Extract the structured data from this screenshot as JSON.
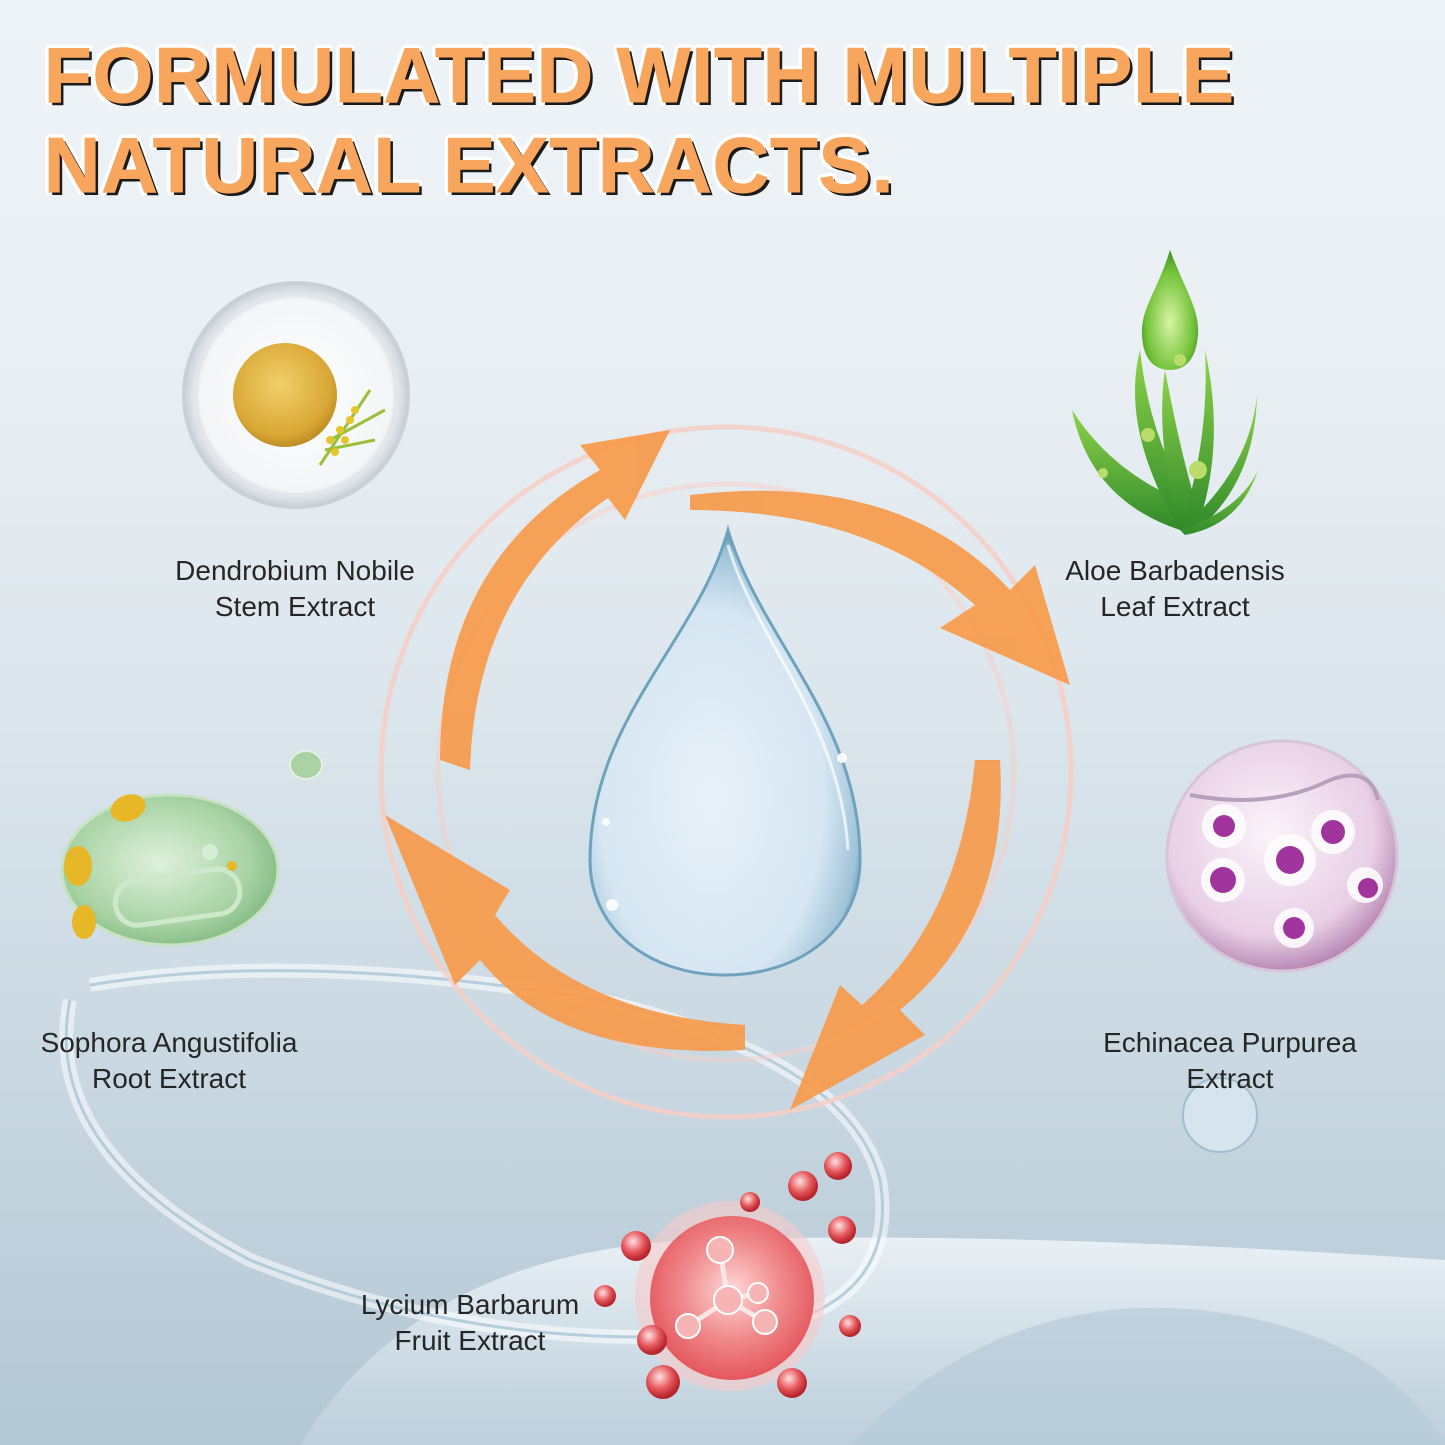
{
  "title": {
    "line1": "FORMULATED WITH MULTIPLE",
    "line2": "NATURAL EXTRACTS.",
    "color": "#f8a55e"
  },
  "center": {
    "icon": "water-drop-icon",
    "cycle_arrows": 4,
    "arrow_color": "#f79a4b"
  },
  "ingredients": [
    {
      "name_line1": "Dendrobium Nobile",
      "name_line2": "Stem Extract",
      "icon": "golden-oil-dish-icon"
    },
    {
      "name_line1": "Aloe Barbadensis",
      "name_line2": "Leaf Extract",
      "icon": "aloe-plant-icon"
    },
    {
      "name_line1": "Sophora Angustifolia",
      "name_line2": "Root Extract",
      "icon": "green-capsule-bubble-icon"
    },
    {
      "name_line1": "Echinacea Purpurea",
      "name_line2": "Extract",
      "icon": "purple-flower-sphere-icon"
    },
    {
      "name_line1": "Lycium Barbarum",
      "name_line2": "Fruit Extract",
      "icon": "red-molecule-bubble-icon"
    }
  ]
}
